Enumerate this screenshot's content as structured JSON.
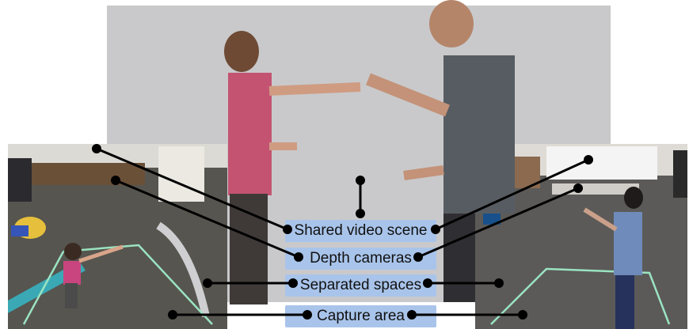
{
  "labels": {
    "shared_video_scene": "Shared video scene",
    "depth_cameras": "Depth cameras",
    "separated_spaces": "Separated spaces",
    "capture_area": "Capture area"
  },
  "colors": {
    "label_box": "#a9c4ea",
    "connector_line": "#000000",
    "floor_tape": "#7fe0b8",
    "backdrop": "#c9c9cb",
    "carpet": "#5a5a58"
  }
}
